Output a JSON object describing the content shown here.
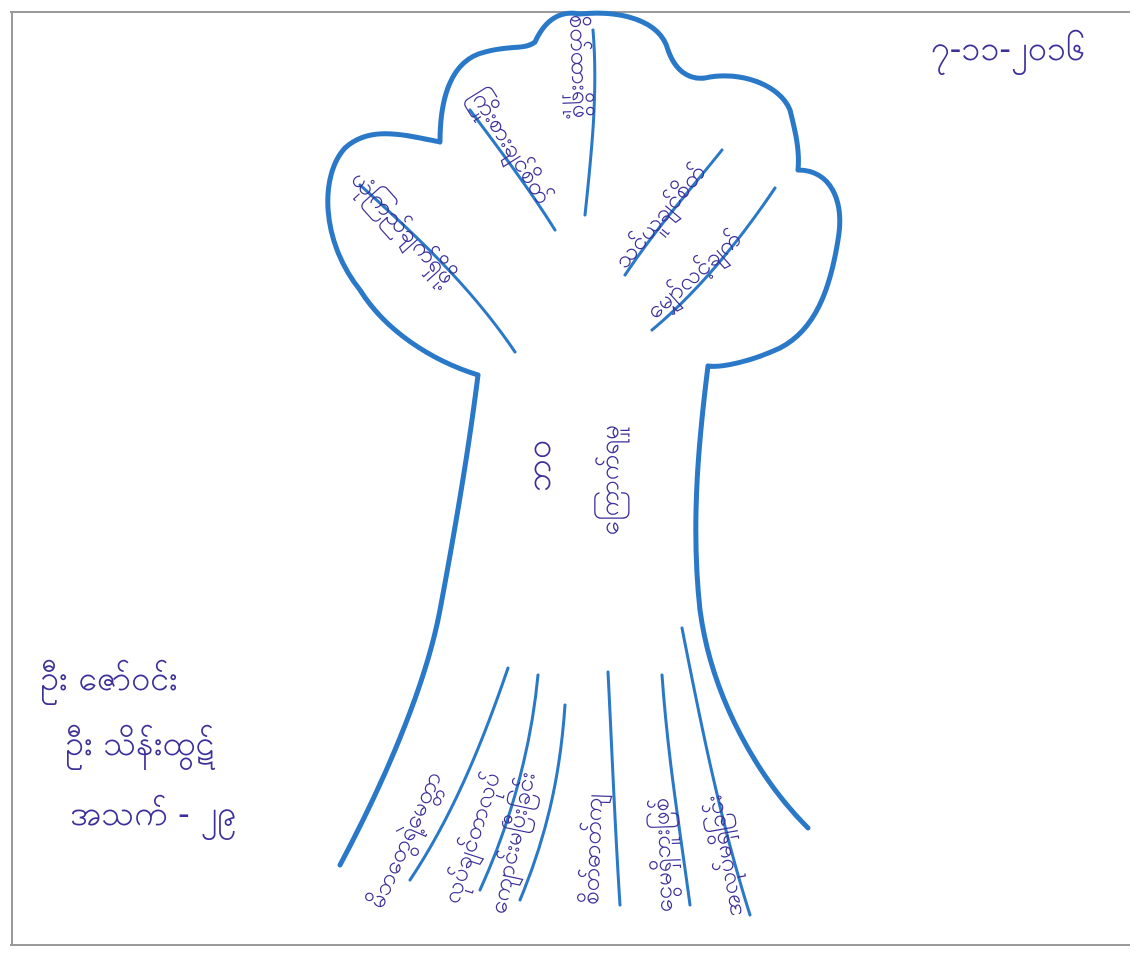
{
  "date": "၇-၁၁-၂၀၁၆",
  "author": {
    "line1": "ဦး ဇော်ဝင်း",
    "line2": "ဦး သိန်းထွဋ်",
    "line3": "အသက် - ၂၉"
  },
  "trunk": {
    "main": "ဘဝ",
    "secondary": "ကြောက်ရမှု"
  },
  "branches": [
    "ယုံကြည်ချက်ရှိဖို့",
    "ကြိုးစားချင်စိတ်",
    "စိတ်ထားရှိဖို့",
    "သင်ယူချင်စိတ်",
    "မျှော်လင့်ချက်"
  ],
  "roots": [
    "မိဘတွေရဲ့မေတ္တာ",
    "လုပ်ချင်တာလုပ်",
    "ကျောင်းမပြီးခြင်း",
    "စိတ်ဓာတ်ကျ",
    "ငွေမရှိဘူးဖြစ်",
    "အလုပ်မရှိခြင်း"
  ],
  "colors": {
    "tree_outline": "#2a78c8",
    "ink": "#3b2f9a"
  }
}
